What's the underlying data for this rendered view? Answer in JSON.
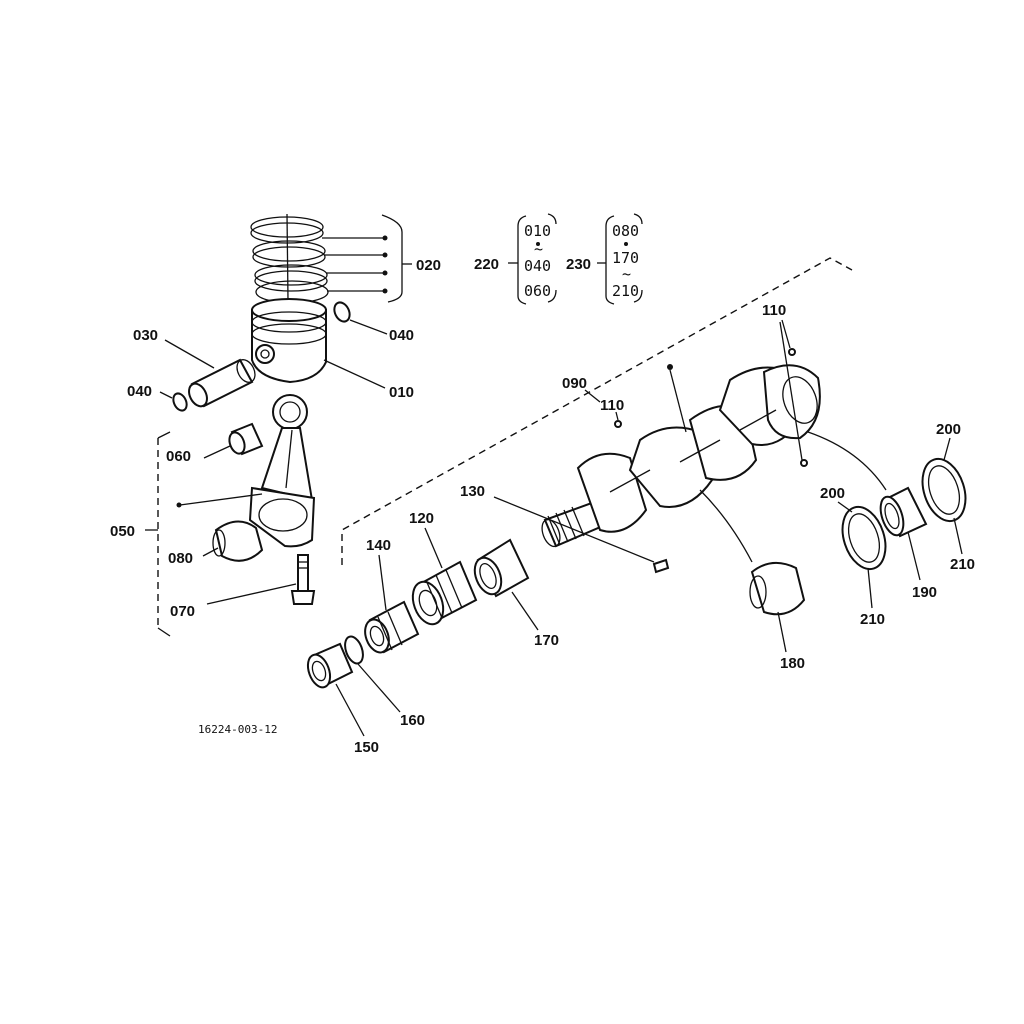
{
  "diagram": {
    "reference_code": "16224-003-12",
    "callouts": {
      "piston": "010",
      "piston_ring_set": "020",
      "piston_pin": "030",
      "pin_clip_right": "040",
      "pin_clip_left": "040",
      "connecting_rod_assy": "050",
      "small_end_bushing": "060",
      "rod_bolt": "070",
      "big_end_bearing": "080",
      "crankshaft_assy": "090",
      "plug_top": "110",
      "plug_mid": "110",
      "key": "130",
      "crank_gear": "120",
      "gear_small": "140",
      "collar": "150",
      "o_ring": "160",
      "front_bearing": "170",
      "main_bearing": "180",
      "thrust_bearing": "190",
      "thrust_washer_right": "200",
      "thrust_washer_left": "200",
      "washer_right": "210",
      "washer_left": "210"
    },
    "kit_220": {
      "label": "220",
      "items": [
        "010",
        "040",
        "060"
      ],
      "range_mark": "~"
    },
    "kit_230": {
      "label": "230",
      "items": [
        "080",
        "170",
        "210"
      ],
      "range_mark": "~"
    }
  }
}
